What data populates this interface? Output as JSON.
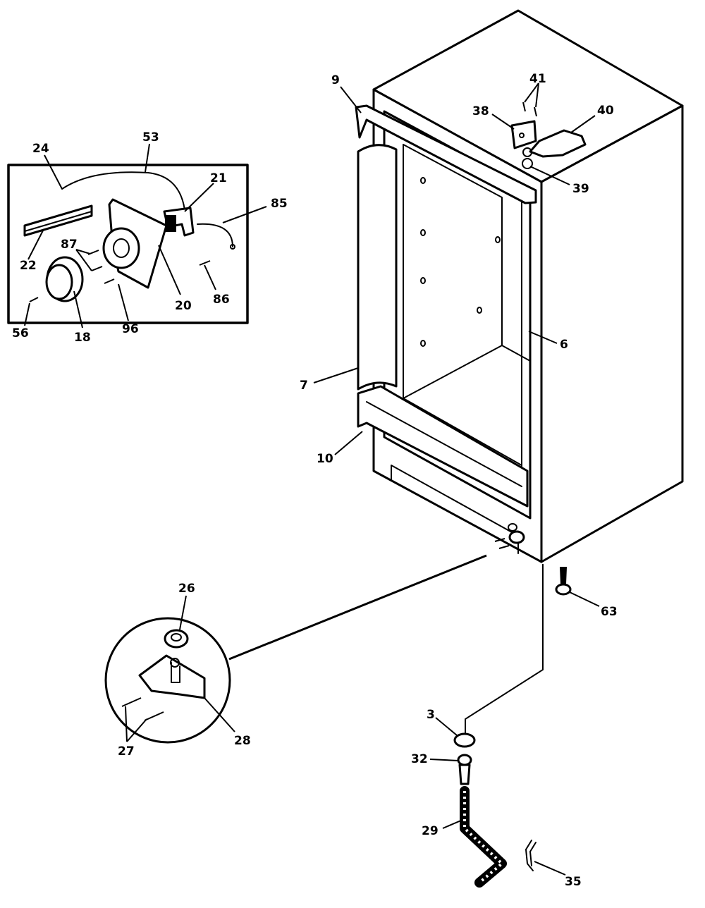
{
  "diagram": {
    "callouts": {
      "c9": "9",
      "c41": "41",
      "c38": "38",
      "c40": "40",
      "c39": "39",
      "c24": "24",
      "c53": "53",
      "c21": "21",
      "c85": "85",
      "c22": "22",
      "c87": "87",
      "c20": "20",
      "c86": "86",
      "c56": "56",
      "c18": "18",
      "c96": "96",
      "c6": "6",
      "c7": "7",
      "c10": "10",
      "c26": "26",
      "c63": "63",
      "c27": "27",
      "c28": "28",
      "c3": "3",
      "c32": "32",
      "c29": "29",
      "c35": "35"
    }
  }
}
